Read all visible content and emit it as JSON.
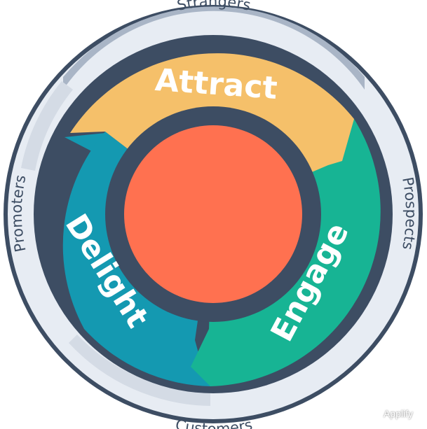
{
  "diagram": {
    "outer_ring": {
      "top_label": "Strangers",
      "right_label": "Prospects",
      "bottom_label": "Customers",
      "left_label": "Promoters"
    },
    "stages": [
      {
        "label": "Attract",
        "color": "#f5c06a"
      },
      {
        "label": "Engage",
        "color": "#17b494"
      },
      {
        "label": "Delight",
        "color": "#1499b1"
      }
    ],
    "center_color": "#ff7150",
    "ring_color": "#3d4d63"
  },
  "watermark": {
    "text": "Applify",
    "icon": "wechat-icon"
  }
}
